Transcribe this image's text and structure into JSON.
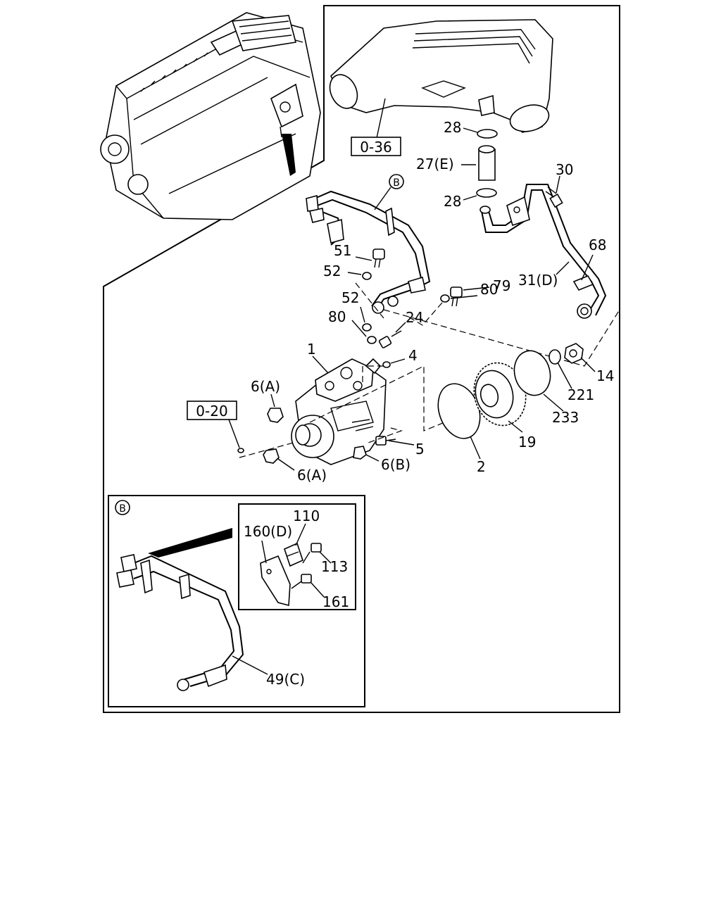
{
  "refs": {
    "ref_036": "0-36",
    "ref_020": "0-20"
  },
  "callouts": {
    "c1": "1",
    "c2": "2",
    "c4": "4",
    "c5": "5",
    "c6a_top": "6(A)",
    "c6a_bottom": "6(A)",
    "c6b": "6(B)",
    "c14": "14",
    "c19": "19",
    "c24": "24",
    "c27e": "27(E)",
    "c28_top": "28",
    "c28_bottom": "28",
    "c30": "30",
    "c31d": "31(D)",
    "c51": "51",
    "c52_top": "52",
    "c52_bottom": "52",
    "c68": "68",
    "c79": "79",
    "c80_right": "80",
    "c80_left": "80",
    "c221": "221",
    "c233": "233"
  },
  "markers": {
    "b_main": "B",
    "b_inset": "B"
  },
  "inset": {
    "c110": "110",
    "c160d": "160(D)",
    "c113": "113",
    "c161": "161",
    "c49c": "49(C)"
  },
  "colors": {
    "line": "#000000",
    "background": "#ffffff"
  }
}
